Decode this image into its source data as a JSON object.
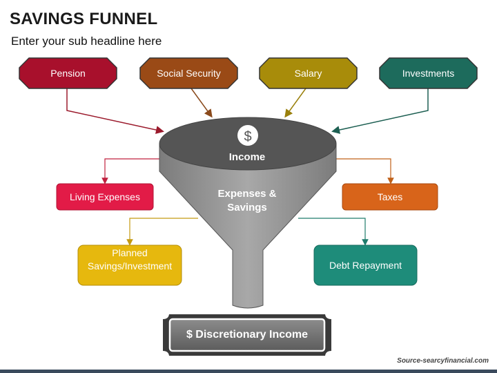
{
  "title": "SAVINGS FUNNEL",
  "subtitle": "Enter your sub headline here",
  "funnel": {
    "top_label": "Income",
    "top_symbol": "$",
    "middle_label_line1": "Expenses &",
    "middle_label_line2": "Savings"
  },
  "inputs": [
    {
      "label": "Pension",
      "color": "#a8102c"
    },
    {
      "label": "Social Security",
      "color": "#9a4a16"
    },
    {
      "label": "Salary",
      "color": "#a88c0a"
    },
    {
      "label": "Investments",
      "color": "#1d6b5c"
    }
  ],
  "outputs": {
    "living_expenses": {
      "label": "Living Expenses",
      "color": "#e21b47"
    },
    "taxes": {
      "label": "Taxes",
      "color": "#d8641a"
    },
    "planned_line1": "Planned",
    "planned_line2": "Savings/Investment",
    "planned_color": "#e6b80e",
    "debt_repayment": {
      "label": "Debt Repayment",
      "color": "#1e8c7a"
    }
  },
  "result": {
    "label": "$ Discretionary Income"
  },
  "source": "Source-searcyfinancial.com"
}
